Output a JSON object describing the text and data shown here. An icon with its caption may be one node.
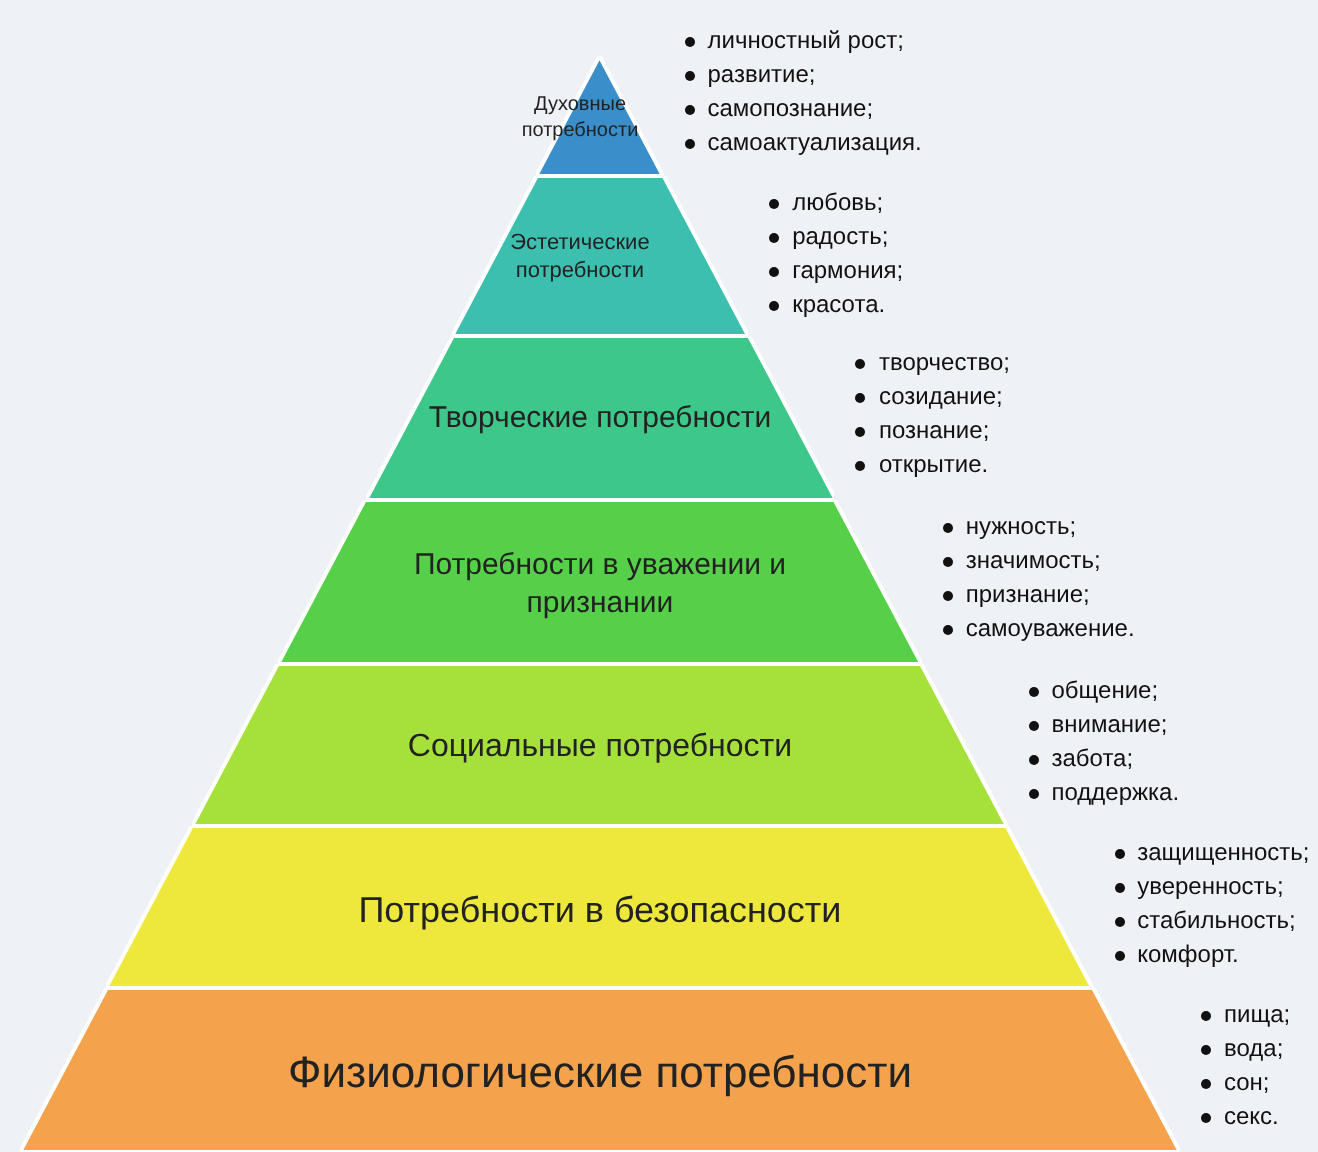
{
  "diagram": {
    "nodes": [
      {
        "text": [
          "Духовные потребности"
        ],
        "beside": [
          "личностный рост;",
          "развитие;",
          "самопознание;",
          "самоактуализация."
        ]
      },
      {
        "text": [
          "Эстетические потребности"
        ],
        "beside": [
          "любовь;",
          "радость;",
          "гармония;",
          "красота."
        ]
      },
      {
        "text": [
          "Творческие потребности"
        ],
        "beside": [
          "творчество;",
          "созидание;",
          "познание;",
          "открытие."
        ]
      },
      {
        "text": [
          "Потребности в уважении и признании"
        ],
        "beside": [
          "нужность;",
          "значимость;",
          "признание;",
          "самоуважение."
        ]
      },
      {
        "text": [
          "Социальные потребности"
        ],
        "beside": [
          "общение;",
          "внимание;",
          "забота;",
          "поддержка."
        ]
      },
      {
        "text": [
          "Потребности в безопасности"
        ],
        "beside": [
          "защищенность;",
          "уверенность;",
          "стабильность;",
          "комфорт."
        ]
      },
      {
        "text": [
          "Физиологические потребности"
        ],
        "beside": [
          "пища;",
          "вода;",
          "сон;",
          "секс."
        ]
      }
    ]
  }
}
